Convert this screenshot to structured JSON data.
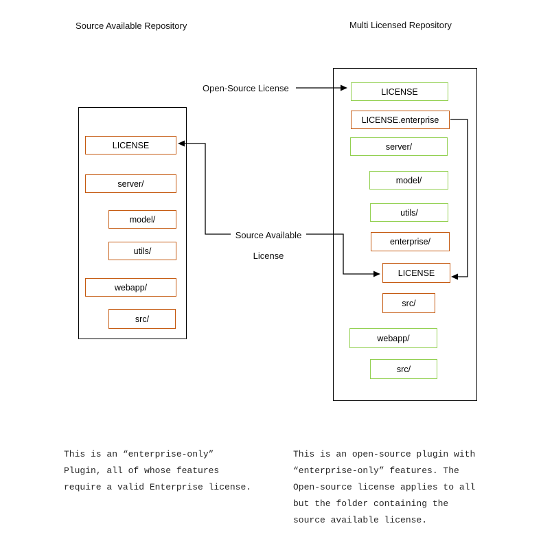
{
  "colors": {
    "enterprise_border": "#C55A11",
    "open_source_border": "#92D050",
    "line": "#000000",
    "background": "#ffffff"
  },
  "left_repo": {
    "title": "Source Available Repository",
    "items": [
      {
        "label": "LICENSE",
        "license": "enterprise"
      },
      {
        "label": "server/",
        "license": "enterprise"
      },
      {
        "label": "model/",
        "license": "enterprise"
      },
      {
        "label": "utils/",
        "license": "enterprise"
      },
      {
        "label": "webapp/",
        "license": "enterprise"
      },
      {
        "label": "src/",
        "license": "enterprise"
      }
    ]
  },
  "right_repo": {
    "title": "Multi Licensed Repository",
    "items": [
      {
        "label": "LICENSE",
        "license": "open-source"
      },
      {
        "label": "LICENSE.enterprise",
        "license": "enterprise"
      },
      {
        "label": "server/",
        "license": "open-source"
      },
      {
        "label": "model/",
        "license": "open-source"
      },
      {
        "label": "utils/",
        "license": "open-source"
      },
      {
        "label": "enterprise/",
        "license": "enterprise"
      },
      {
        "label": "LICENSE",
        "license": "enterprise"
      },
      {
        "label": "src/",
        "license": "enterprise"
      },
      {
        "label": "webapp/",
        "license": "open-source"
      },
      {
        "label": "src/",
        "license": "open-source"
      }
    ]
  },
  "labels": {
    "open_source_license": "Open-Source License",
    "source_available_license": "Source Available\nLicense"
  },
  "notes": {
    "left": "This is an “enterprise-only”\nPlugin, all of whose features\nrequire a valid Enterprise license.",
    "right": "This is an open-source plugin with\n“enterprise-only” features. The\nOpen-source license applies to all\nbut the folder containing the\nsource available license."
  }
}
